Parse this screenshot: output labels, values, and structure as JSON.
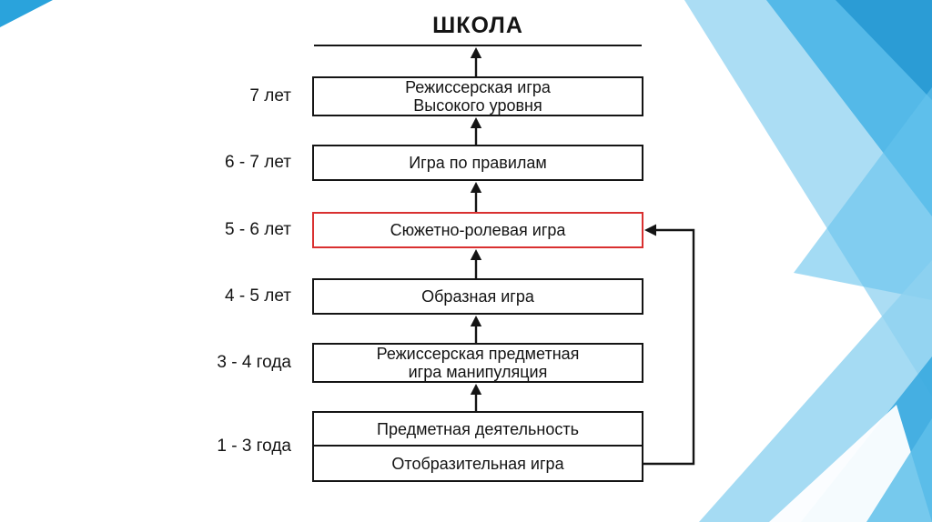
{
  "background": {
    "shapes": [
      {
        "name": "top-right-light-triangle",
        "color": "#8fd2f0"
      },
      {
        "name": "top-right-medium-triangle",
        "color": "#3fb0e5"
      },
      {
        "name": "top-right-dark-triangle",
        "color": "#1e93cf"
      },
      {
        "name": "mid-right-wedge",
        "color": "#66c3ec"
      },
      {
        "name": "bottom-right-light-triangle",
        "color": "#8fd2f0"
      },
      {
        "name": "bottom-right-medium-triangle",
        "color": "#2da4dd"
      },
      {
        "name": "bottom-white-notch",
        "color": "#ffffff"
      },
      {
        "name": "bottom-corner-bright-triangle",
        "color": "#5fc0ea"
      },
      {
        "name": "top-left-triangle",
        "color": "#2aa3dc"
      }
    ]
  },
  "diagram": {
    "title": "ШКОЛА",
    "ink_color": "#141414",
    "highlight_color": "#d93030",
    "stages": [
      {
        "age": "7 лет",
        "label": "Режиссерская игра\nВысокого уровня"
      },
      {
        "age": "6 - 7 лет",
        "label": "Игра по правилам"
      },
      {
        "age": "5 - 6 лет",
        "label": "Сюжетно-ролевая игра",
        "highlighted": true
      },
      {
        "age": "4 - 5 лет",
        "label": "Образная игра"
      },
      {
        "age": "3 - 4 года",
        "label": "Режиссерская предметная\nигра манипуляция"
      },
      {
        "age": "1 - 3 года",
        "label": "Предметная деятельность",
        "label2": "Отобразительная игра"
      }
    ]
  }
}
